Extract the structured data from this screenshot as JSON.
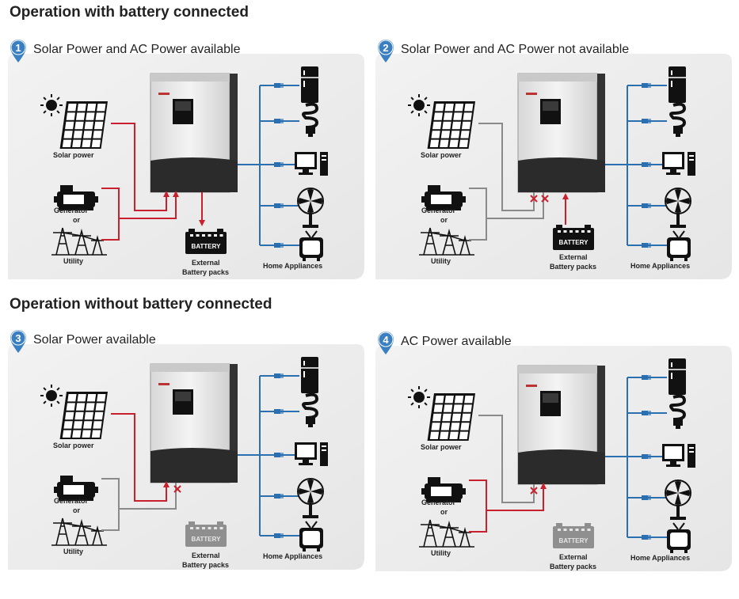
{
  "sections": [
    {
      "title": "Operation with battery connected"
    },
    {
      "title": "Operation without battery connected"
    }
  ],
  "panels": [
    {
      "number": "1",
      "title": "Solar Power and AC Power available"
    },
    {
      "number": "2",
      "title": "Solar Power and AC Power not available"
    },
    {
      "number": "3",
      "title": "Solar Power available"
    },
    {
      "number": "4",
      "title": "AC Power available"
    }
  ],
  "labels": {
    "solar": "Solar power",
    "generator": "Generator",
    "or": "or",
    "utility": "Utility",
    "battery_text": "BATTERY",
    "battery_line1": "External",
    "battery_line2": "Battery packs",
    "appliances": "Home Appliances"
  },
  "colors": {
    "active": "#c8202c",
    "inactive": "#8a8a8a",
    "output": "#2a6fb0",
    "badge": "#3a7fc1",
    "panel_bg": "#eeeeee"
  },
  "icons": [
    "sun-icon",
    "solar-panel-icon",
    "generator-icon",
    "utility-tower-icon",
    "inverter-icon",
    "battery-icon",
    "fridge-icon",
    "bulb-icon",
    "computer-icon",
    "fan-icon",
    "tv-icon",
    "plug-icon",
    "cross-mark-icon"
  ]
}
